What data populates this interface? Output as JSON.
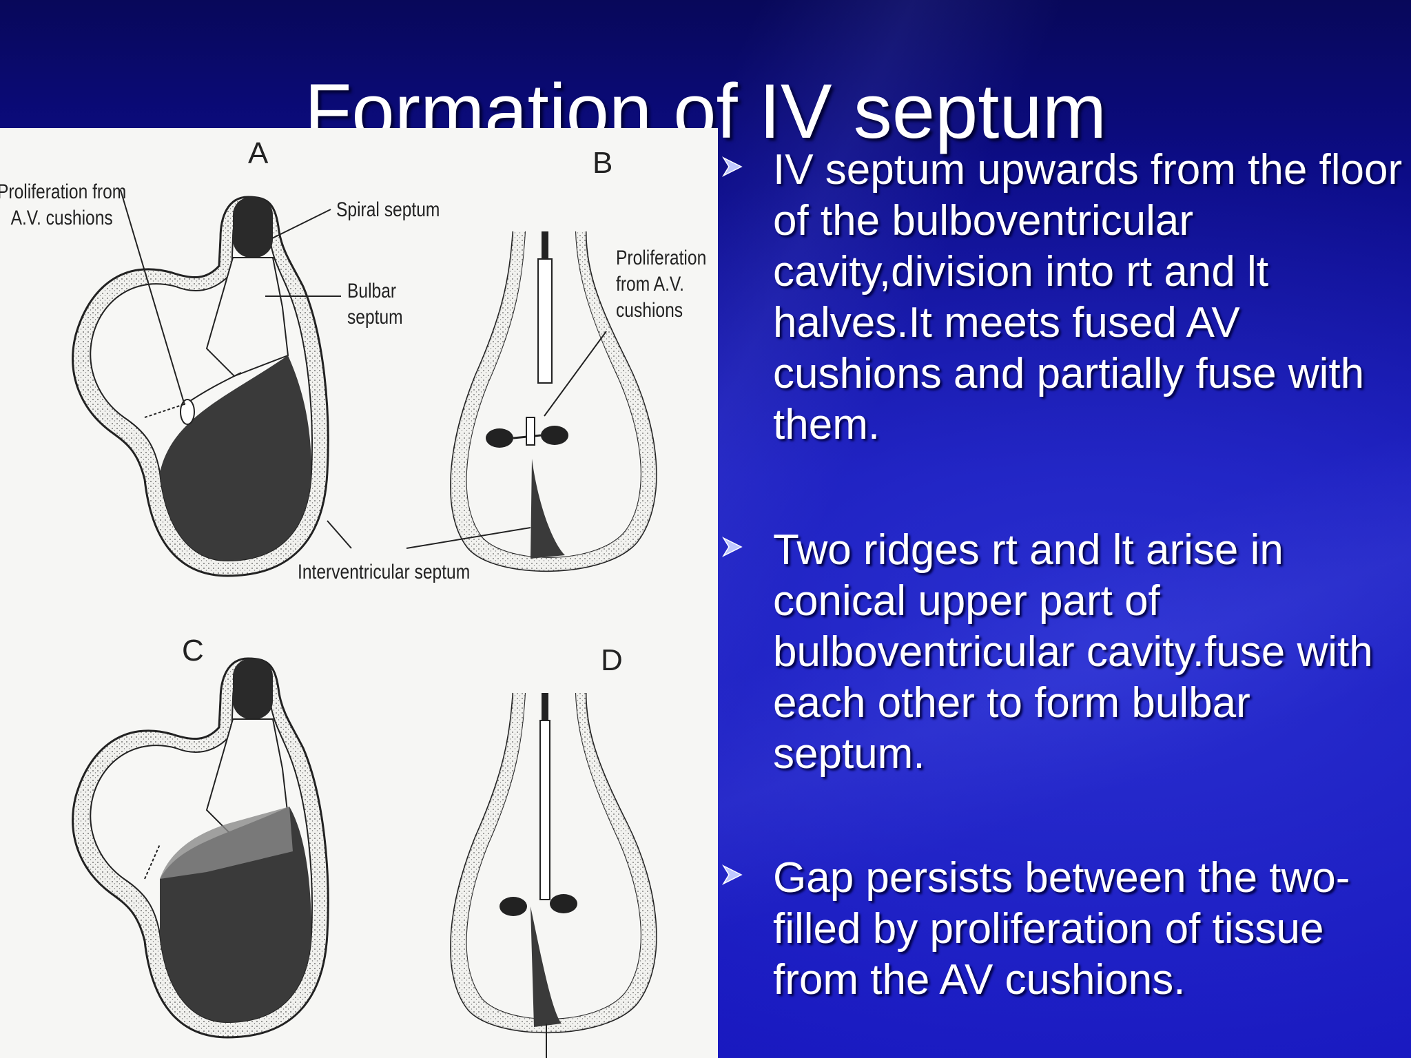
{
  "slide": {
    "title": "Formation of IV septum"
  },
  "figure": {
    "panel_letters": [
      "A",
      "B",
      "C",
      "D"
    ],
    "annotations": {
      "proliferation_a": "Proliferation from\nA.V. cushions",
      "spiral_septum": "Spiral septum",
      "bulbar_septum": "Bulbar\nseptum",
      "proliferation_b": "Proliferation\nfrom A.V.\ncushions",
      "interventricular_septum": "Interventricular septum"
    }
  },
  "bullets": [
    {
      "marker": "arrow-bullet-icon",
      "text": "IV septum upwards from the floor of the bulboventricular cavity,division into rt and lt halves.It meets fused AV cushions and partially fuse with them."
    },
    {
      "marker": "arrow-bullet-icon",
      "text": "Two ridges rt and lt arise in conical upper part of bulboventricular cavity.fuse with each other to form bulbar septum."
    },
    {
      "marker": "arrow-bullet-icon",
      "text": "Gap persists between the two-filled  by proliferation of tissue from the AV cushions."
    }
  ],
  "colors": {
    "background": "#1414b4",
    "title_text": "#ffffff",
    "bullet_marker": "#cfd6ff",
    "figure_background": "#f6f6f4"
  }
}
